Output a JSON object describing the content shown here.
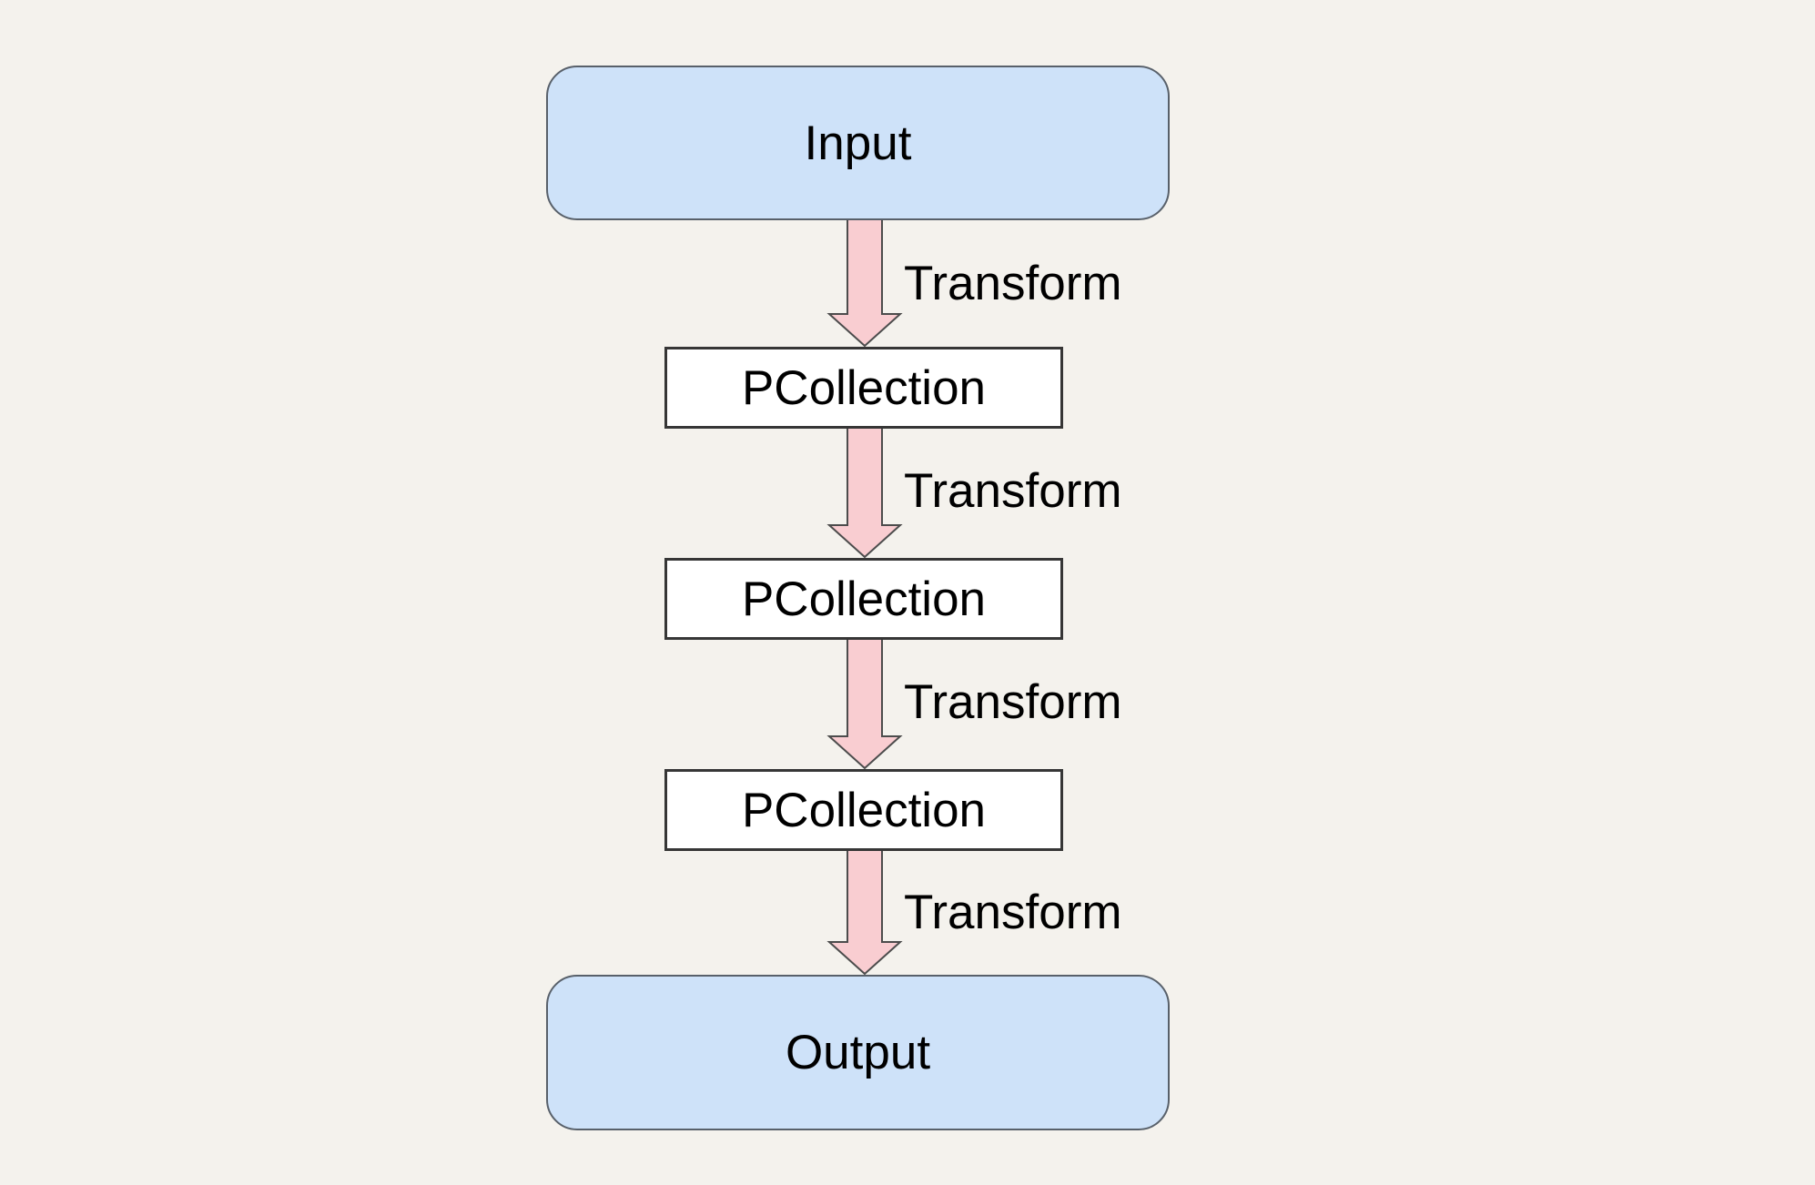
{
  "diagram": {
    "type": "flowchart",
    "orientation": "vertical",
    "colors": {
      "background": "#f4f2ed",
      "terminal_node_fill": "#cee2f9",
      "terminal_node_border": "#58606a",
      "collection_node_fill": "#ffffff",
      "collection_node_border": "#363636",
      "arrow_fill": "#f9cdd1",
      "arrow_border": "#4c4c4c",
      "text": "#000000"
    },
    "nodes": [
      {
        "id": "input",
        "label": "Input",
        "type": "terminal"
      },
      {
        "id": "pcollection-1",
        "label": "PCollection",
        "type": "collection"
      },
      {
        "id": "pcollection-2",
        "label": "PCollection",
        "type": "collection"
      },
      {
        "id": "pcollection-3",
        "label": "PCollection",
        "type": "collection"
      },
      {
        "id": "output",
        "label": "Output",
        "type": "terminal"
      }
    ],
    "edges": [
      {
        "from": "input",
        "to": "pcollection-1",
        "label": "Transform"
      },
      {
        "from": "pcollection-1",
        "to": "pcollection-2",
        "label": "Transform"
      },
      {
        "from": "pcollection-2",
        "to": "pcollection-3",
        "label": "Transform"
      },
      {
        "from": "pcollection-3",
        "to": "output",
        "label": "Transform"
      }
    ]
  }
}
